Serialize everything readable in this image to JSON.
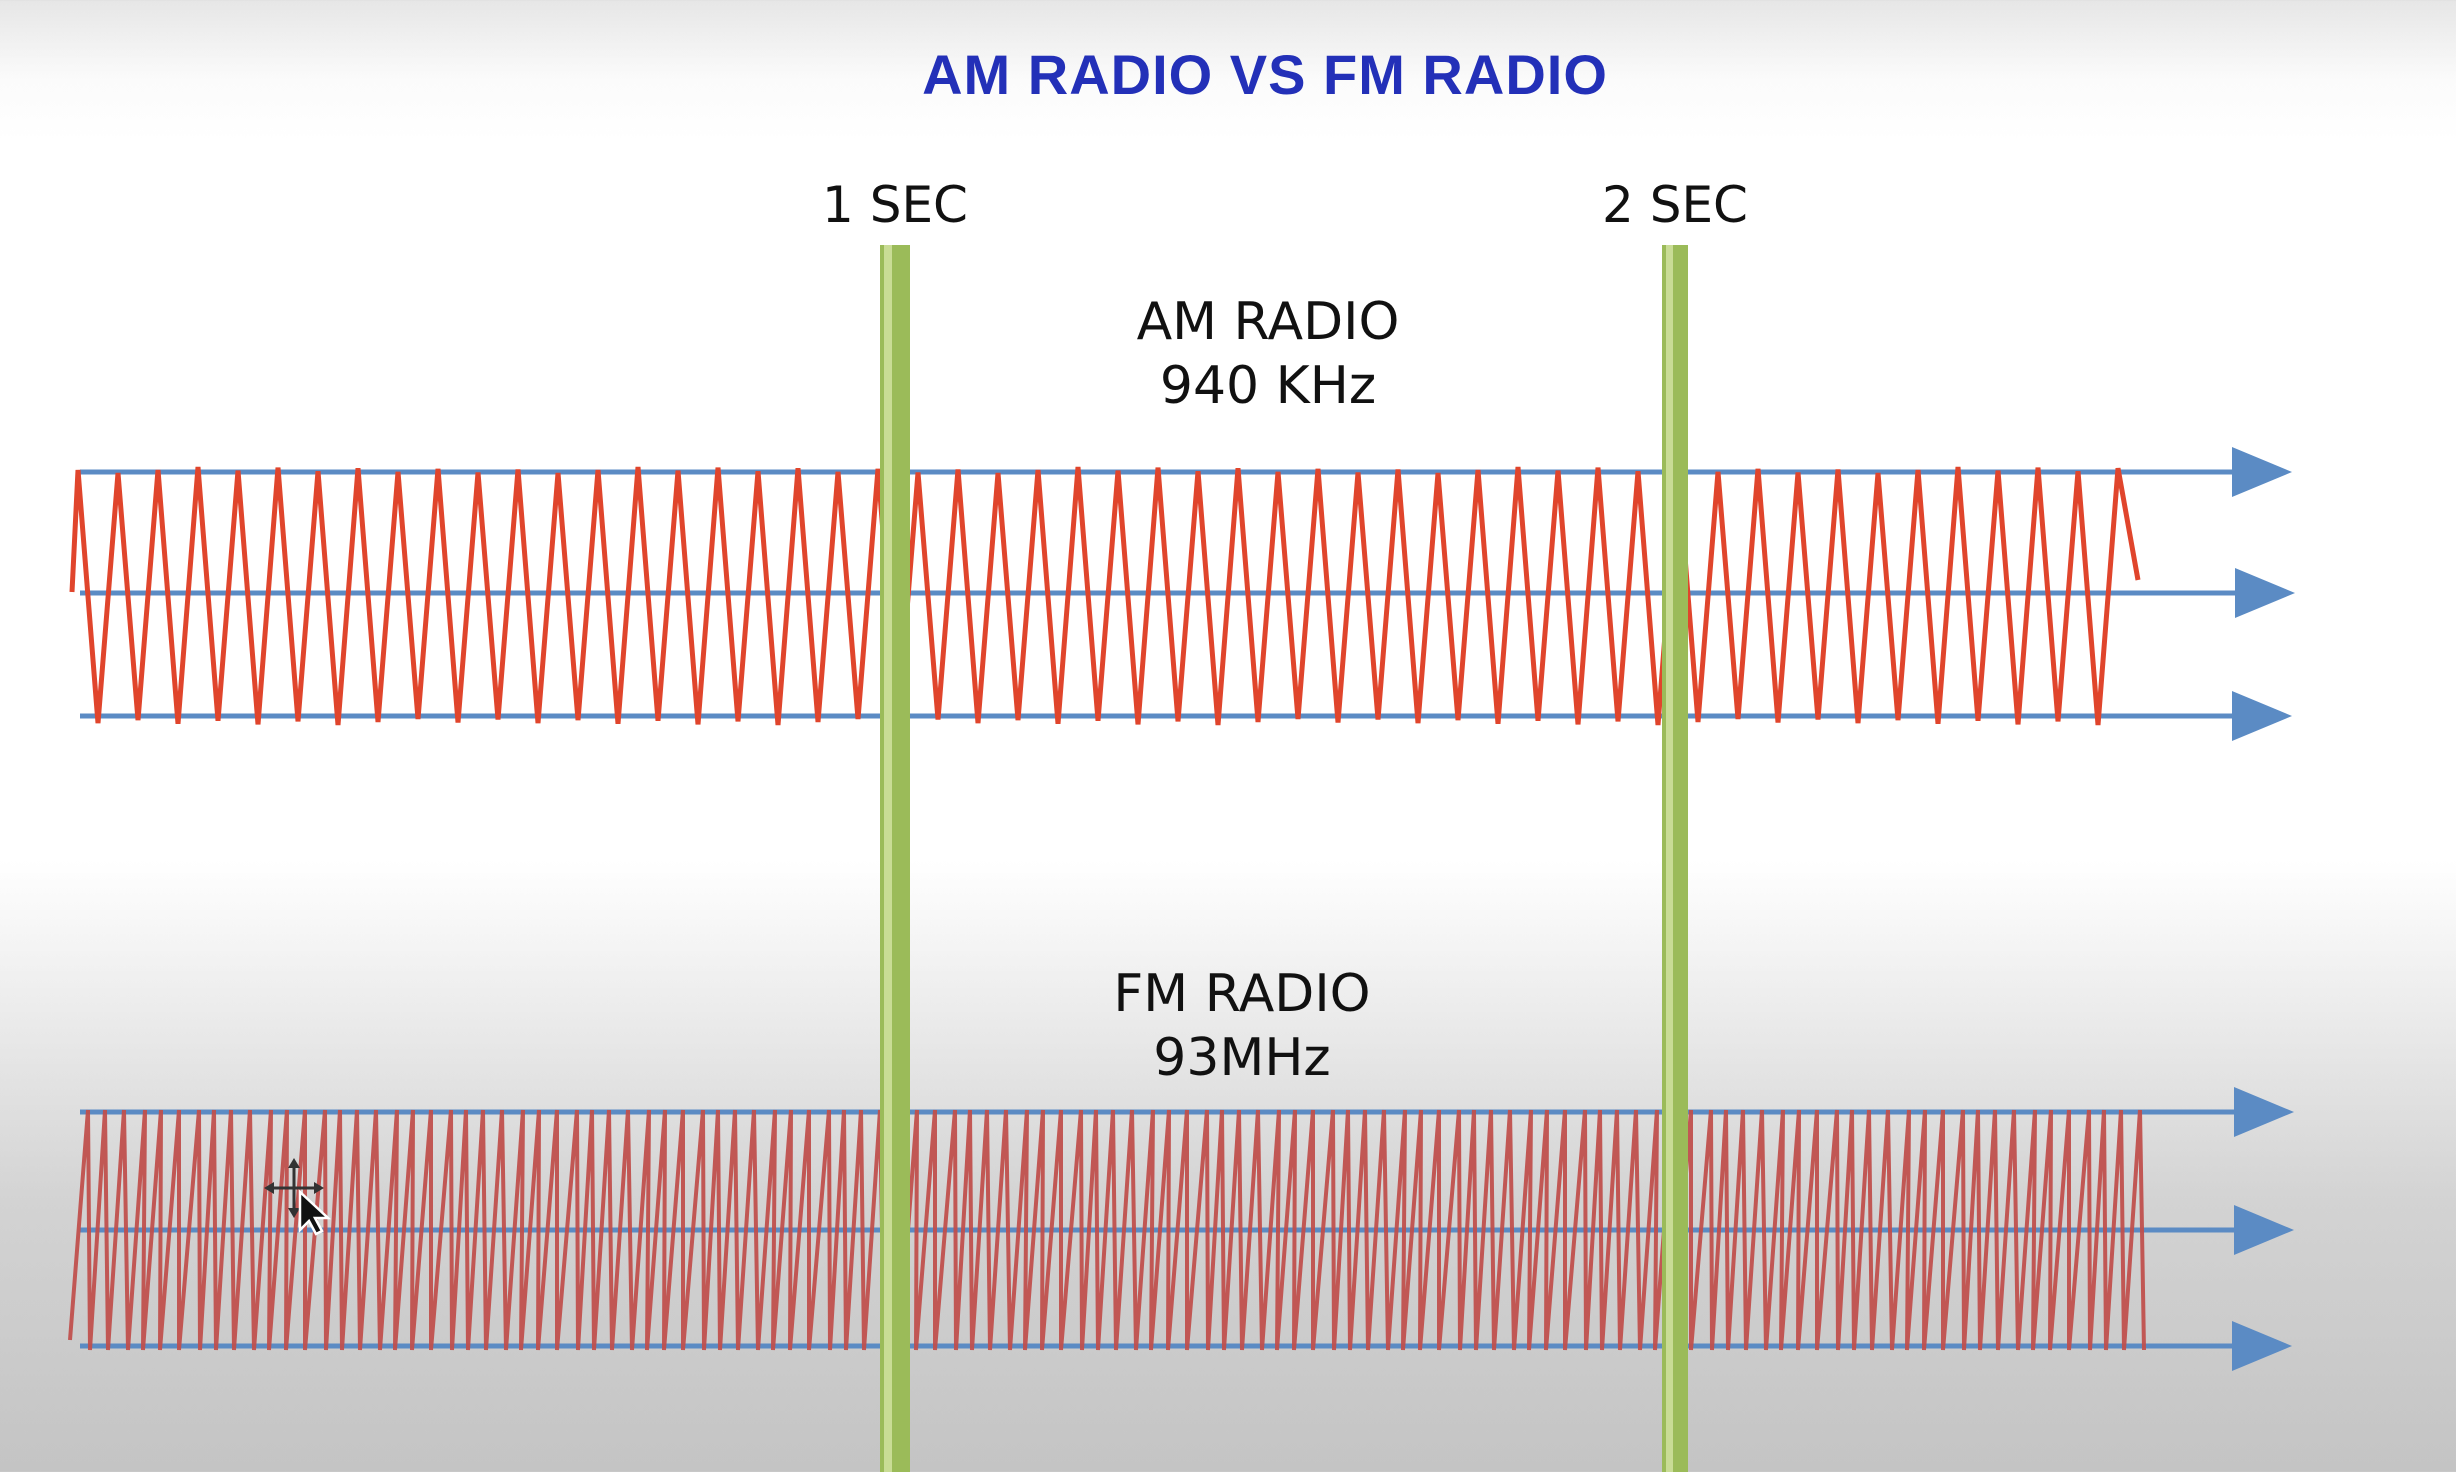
{
  "title": "AM RADIO VS FM RADIO",
  "time_markers": [
    {
      "label": "1 SEC"
    },
    {
      "label": "2 SEC"
    }
  ],
  "am": {
    "name": "AM RADIO",
    "frequency": "940 KHz",
    "wave_color": "#e0452c"
  },
  "fm": {
    "name": "FM RADIO",
    "frequency": "93MHz",
    "wave_color": "#c0504d"
  },
  "colors": {
    "title": "#2330b8",
    "axis_arrow": "#5b8bc4",
    "time_bar": "#9bbb59"
  },
  "cursor": {
    "icon": "move-cursor-icon"
  }
}
